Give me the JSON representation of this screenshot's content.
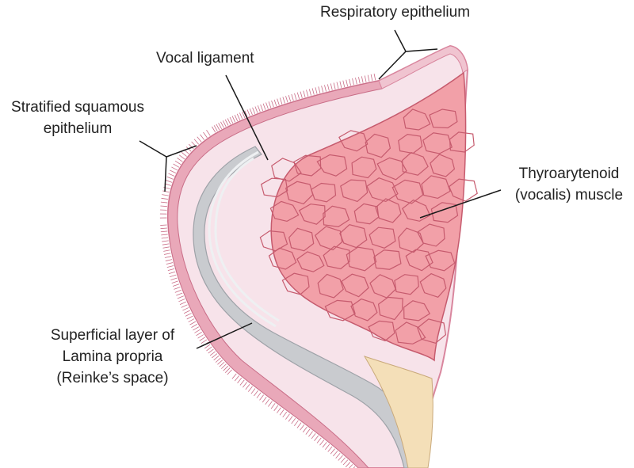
{
  "labels": {
    "respiratory_epithelium": "Respiratory epithelium",
    "vocal_ligament": "Vocal ligament",
    "stratified_line1": "Stratified squamous",
    "stratified_line2": "epithelium",
    "thyroarytenoid_line1": "Thyroarytenoid",
    "thyroarytenoid_line2": "(vocalis) muscle",
    "superficial_line1": "Superficial layer of",
    "superficial_line2": "Lamina propria",
    "superficial_line3": "(Reinke’s space)"
  },
  "colors": {
    "background": "#ffffff",
    "epithelium": "#d9869e",
    "epithelium_light": "#f0c4d0",
    "lamina_propria": "#f7e3ea",
    "ligament_gray": "#c9cbcf",
    "ligament_light": "#e4e6e9",
    "muscle_fill": "#f2a0a8",
    "muscle_line": "#c65b6e",
    "cartilage": "#f4dfb8",
    "leader_line": "#1a1a1a"
  }
}
